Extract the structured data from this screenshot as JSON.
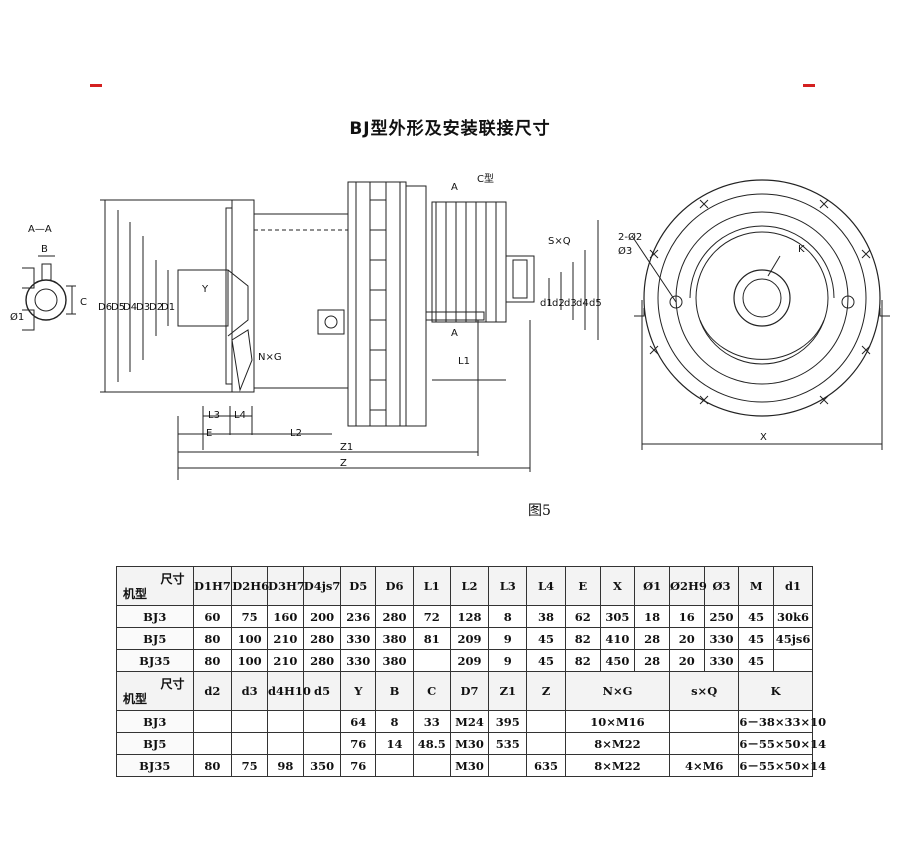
{
  "title": "BJ型外形及安装联接尺寸",
  "figure_label": "图5",
  "drawing_labels": {
    "section": "A—A",
    "B": "B",
    "C": "C",
    "phi1": "Ø1",
    "D6": "D6",
    "D5": "D5",
    "D4": "D4",
    "D3": "D3",
    "D2": "D2",
    "D1": "D1",
    "Y": "Y",
    "NxG": "N×G",
    "L3": "L3",
    "L4": "L4",
    "E": "E",
    "L2": "L2",
    "Z1": "Z1",
    "Z": "Z",
    "A_top": "A",
    "A_bottom": "A",
    "C_type": "C型",
    "SxQ": "S×Q",
    "d1": "d1",
    "d2": "d2",
    "d3": "d3",
    "d4": "d4",
    "d5": "d5",
    "L1": "L1",
    "phi2_label": "2-Ø2",
    "phi3_label": "Ø3",
    "K": "K",
    "X": "X"
  },
  "table1": {
    "corner_top": "尺寸",
    "corner_bottom": "机型",
    "headers": [
      "D1H7",
      "D2H6",
      "D3H7",
      "D4js7",
      "D5",
      "D6",
      "L1",
      "L2",
      "L3",
      "L4",
      "E",
      "X",
      "Ø1",
      "Ø2H9",
      "Ø3",
      "M",
      "d1"
    ],
    "rows": [
      {
        "model": "BJ3",
        "values": [
          "60",
          "75",
          "160",
          "200",
          "236",
          "280",
          "72",
          "128",
          "8",
          "38",
          "62",
          "305",
          "18",
          "16",
          "250",
          "45",
          "30k6"
        ]
      },
      {
        "model": "BJ5",
        "values": [
          "80",
          "100",
          "210",
          "280",
          "330",
          "380",
          "81",
          "209",
          "9",
          "45",
          "82",
          "410",
          "28",
          "20",
          "330",
          "45",
          "45js6"
        ]
      },
      {
        "model": "BJ35",
        "values": [
          "80",
          "100",
          "210",
          "280",
          "330",
          "380",
          "",
          "209",
          "9",
          "45",
          "82",
          "450",
          "28",
          "20",
          "330",
          "45",
          ""
        ]
      }
    ]
  },
  "table2": {
    "corner_top": "尺寸",
    "corner_bottom": "机型",
    "headers": [
      "d2",
      "d3",
      "d4H10",
      "d5",
      "Y",
      "B",
      "C",
      "D7",
      "Z1",
      "Z",
      "N×G",
      "s×Q",
      "K"
    ],
    "rows": [
      {
        "model": "BJ3",
        "values": [
          "",
          "",
          "",
          "",
          "64",
          "8",
          "33",
          "M24",
          "395",
          "",
          "10×M16",
          "",
          "6－38×33×10"
        ]
      },
      {
        "model": "BJ5",
        "values": [
          "",
          "",
          "",
          "",
          "76",
          "14",
          "48.5",
          "M30",
          "535",
          "",
          "8×M22",
          "",
          "6－55×50×14"
        ]
      },
      {
        "model": "BJ35",
        "values": [
          "80",
          "75",
          "98",
          "350",
          "76",
          "",
          "",
          "M30",
          "",
          "635",
          "8×M22",
          "4×M6",
          "6－55×50×14"
        ]
      }
    ]
  }
}
